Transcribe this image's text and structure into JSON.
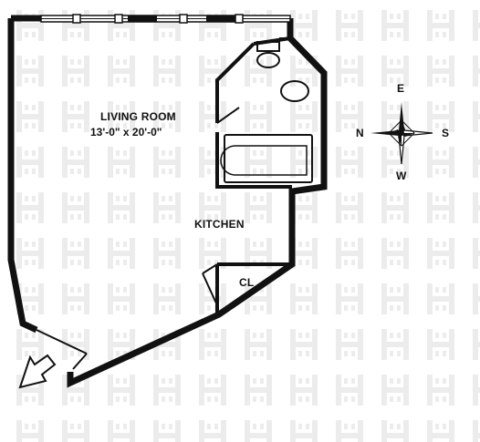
{
  "rooms": {
    "living_room": {
      "name": "LIVING ROOM",
      "dimensions": "13'-0\" x 20'-0\""
    },
    "kitchen": {
      "name": "KITCHEN"
    },
    "closet": {
      "name": "CL"
    }
  },
  "compass": {
    "north": "N",
    "east": "E",
    "south": "S",
    "west": "W"
  },
  "colors": {
    "wall": "#111111",
    "watermark": "#ececec",
    "background": "#ffffff"
  }
}
